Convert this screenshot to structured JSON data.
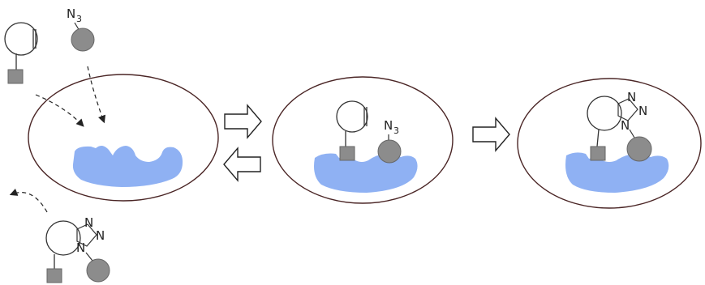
{
  "labels": {
    "azide": "N",
    "azide_sub": "3",
    "triazole_n": "N"
  },
  "colors": {
    "pocket": "#8fb1f3",
    "reagent": "#8c8c8c",
    "cell_outline": "#4a2525",
    "line": "#333333",
    "arrow_fill": "#ffffff",
    "arrow_stroke": "#222222"
  },
  "icons": {
    "alkyne_reagent": "cyclooctyne-ring-with-square",
    "azide_reagent": "azide-with-circle",
    "product": "triazole-fused-ring",
    "dashed_arrow": "dashed-curved-arrow",
    "block_arrow": "hollow-block-arrow"
  }
}
